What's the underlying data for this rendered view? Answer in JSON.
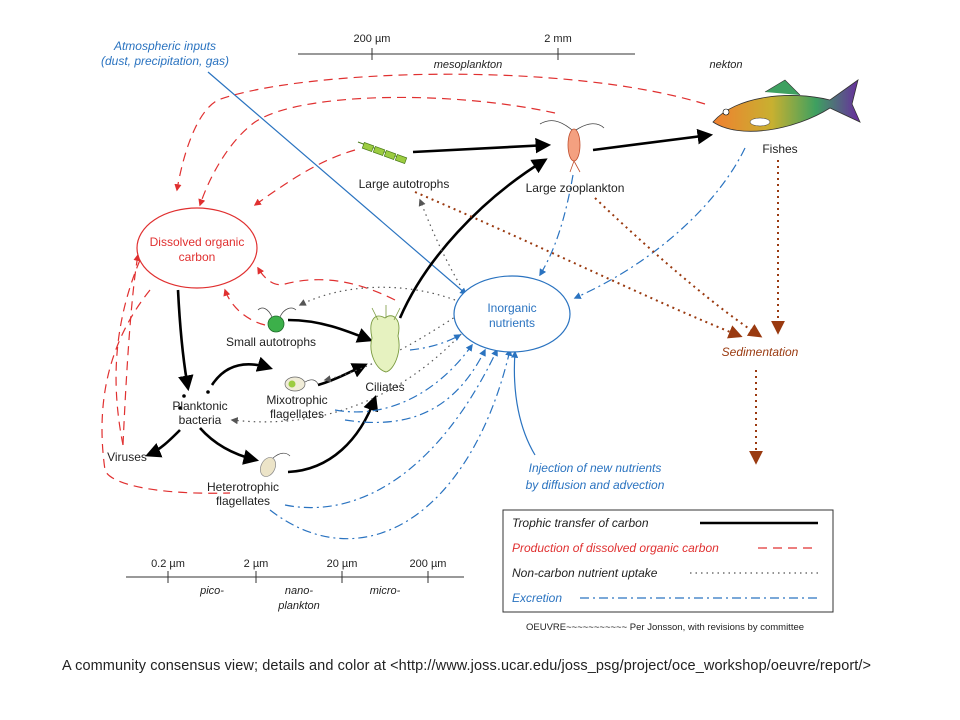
{
  "top_scale": {
    "tick1": "200 µm",
    "tick2": "2 mm",
    "meso": "mesoplankton",
    "nekton": "nekton"
  },
  "nodes": {
    "atmospheric_1": "Atmospheric inputs",
    "atmospheric_2": "(dust, precipitation, gas)",
    "large_autotrophs": "Large autotrophs",
    "large_zooplankton": "Large zooplankton",
    "fishes": "Fishes",
    "doc_1": "Dissolved organic",
    "doc_2": "carbon",
    "inorganic_1": "Inorganic",
    "inorganic_2": "nutrients",
    "sedimentation": "Sedimentation",
    "small_autotrophs": "Small autotrophs",
    "ciliates": "Ciliates",
    "mixo_1": "Mixotrophic",
    "mixo_2": "flagellates",
    "bact_1": "Planktonic",
    "bact_2": "bacteria",
    "viruses": "Viruses",
    "hetero_1": "Heterotrophic",
    "hetero_2": "flagellates",
    "injection_1": "Injection of new nutrients",
    "injection_2": "by diffusion and advection"
  },
  "bottom_scale": {
    "t1": "0.2 µm",
    "t2": "2 µm",
    "t3": "20 µm",
    "t4": "200 µm",
    "pico": "pico-",
    "nano": "nano-",
    "plankton": "plankton",
    "micro": "micro-"
  },
  "legend": {
    "items": [
      {
        "label": "Trophic transfer of carbon",
        "color": "#000000"
      },
      {
        "label": "Production of dissolved organic carbon",
        "color": "#e03030"
      },
      {
        "label": "Non-carbon nutrient uptake",
        "color": "#555555"
      },
      {
        "label": "Excretion",
        "color": "#2a73c0"
      }
    ]
  },
  "credit": "OEUVRE~~~~~~~~~~~ Per Jonsson, with revisions by committee",
  "caption": "A community consensus view; details and color at <http://www.joss.ucar.edu/joss_psg/project/oce_workshop/oeuvre/report/>",
  "colors": {
    "carbon": "#000000",
    "doc": "#e03030",
    "nutrient": "#555555",
    "excretion": "#2a73c0",
    "sediment": "#9a3a10"
  }
}
